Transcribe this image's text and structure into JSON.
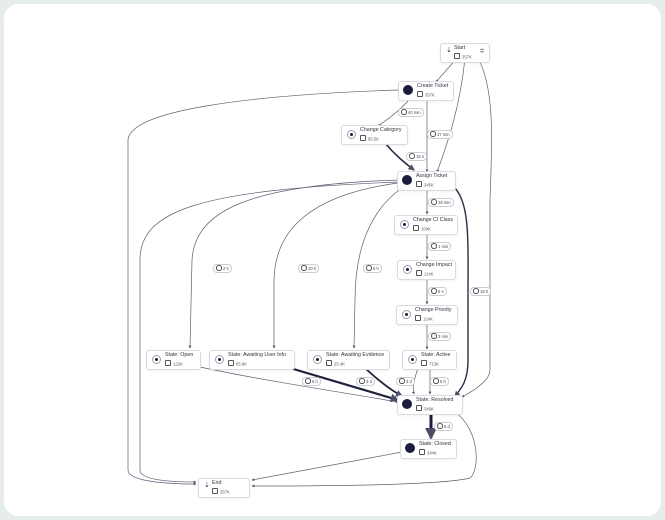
{
  "nodes": {
    "start": {
      "label": "Start",
      "count": "357K",
      "icon": "start-icon"
    },
    "create": {
      "label": "Create Ticket",
      "count": "357K"
    },
    "category": {
      "label": "Change Category",
      "count": "85.5K"
    },
    "assign": {
      "label": "Assign Ticket",
      "count": "345K"
    },
    "ci_class": {
      "label": "Change CI Class",
      "count": "100K"
    },
    "impact": {
      "label": "Change Impact",
      "count": "114K"
    },
    "priority": {
      "label": "Change Priority",
      "count": "124K"
    },
    "open": {
      "label": "State: Open",
      "count": "122K"
    },
    "awaiting_user": {
      "label": "State: Awaiting User Info",
      "count": "85.9K"
    },
    "awaiting_evidence": {
      "label": "State: Awaiting Evidence",
      "count": "25.4K"
    },
    "active": {
      "label": "State: Active",
      "count": "713K"
    },
    "resolved": {
      "label": "State: Resolved",
      "count": "349K"
    },
    "closed": {
      "label": "State: Closed",
      "count": "344K"
    },
    "end": {
      "label": "End",
      "count": "357K",
      "icon": "end-icon"
    }
  },
  "edge_labels": {
    "create_category": "40 min",
    "create_assign": "37 min",
    "category_assign": "15 s",
    "assign_ci": "28 min",
    "ci_impact": "1 min",
    "impact_priority": "5 s",
    "priority_active": "3 min",
    "assign_open": "2 h",
    "assign_awaiting_user": "10 h",
    "assign_awaiting_evidence": "6 h",
    "assign_resolved": "18 h",
    "user_resolved": "6 h",
    "evidence_resolved": "3 d",
    "open_resolved": "3 d",
    "active_resolved": "6 h",
    "resolved_closed": "6 d"
  },
  "colors": {
    "edge": "#4a4f66",
    "node_dot": "#1b1d3a",
    "background": "#e6edeb"
  }
}
